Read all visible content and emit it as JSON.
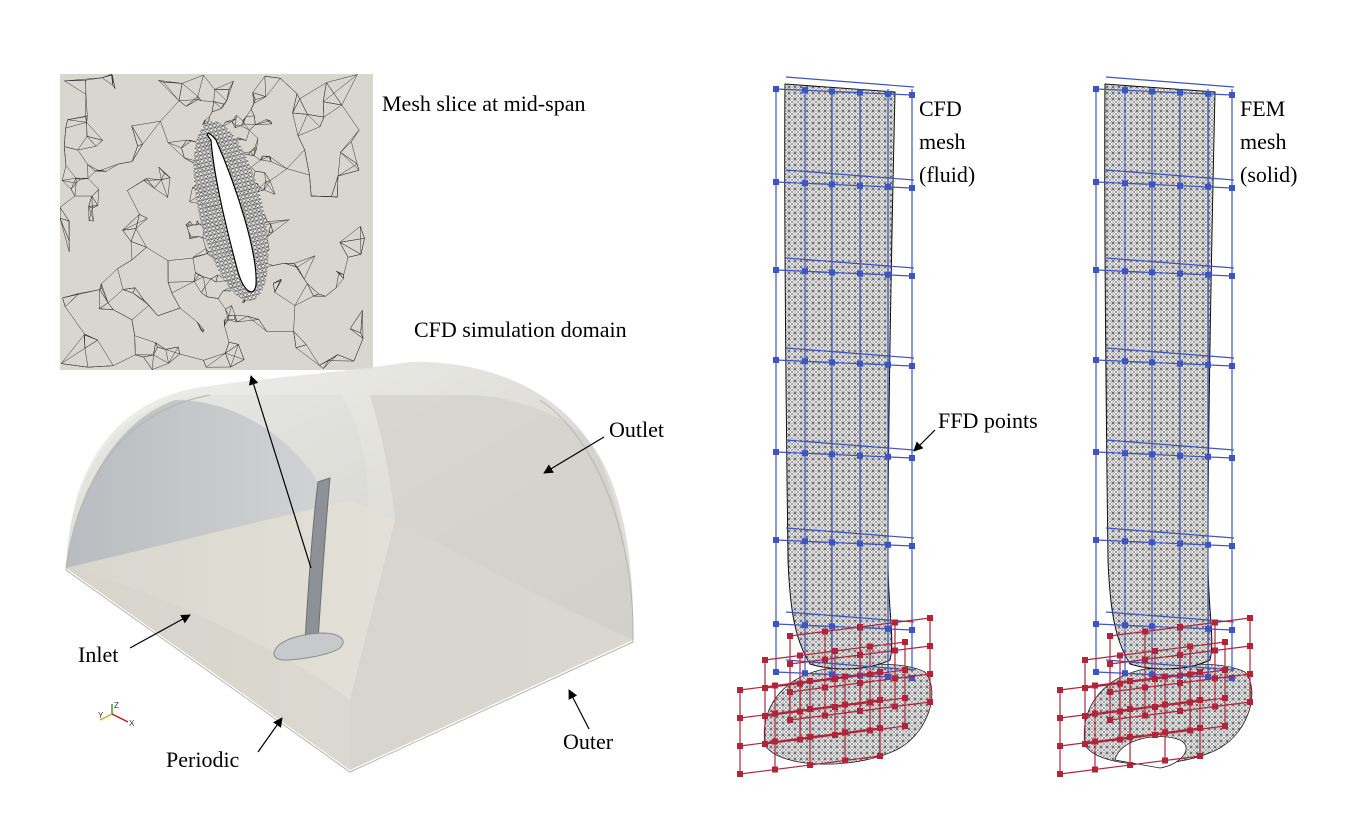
{
  "labels": {
    "mesh_slice": "Mesh slice at mid-span",
    "cfd_domain": "CFD simulation domain",
    "outlet": "Outlet",
    "inlet": "Inlet",
    "periodic": "Periodic",
    "outer": "Outer",
    "ffd_points": "FFD points",
    "cfd_mesh_line1": "CFD",
    "cfd_mesh_line2": "mesh",
    "cfd_mesh_line3": "(fluid)",
    "fem_mesh_line1": "FEM",
    "fem_mesh_line2": "mesh",
    "fem_mesh_line3": "(solid)"
  },
  "axes_triad": {
    "z": "Z",
    "y": "Y",
    "x": "X"
  },
  "colors": {
    "ffd_blue": "#3d55c4",
    "ffd_red": "#b3243a",
    "mesh_gray": "#8a8a8a",
    "domain_fill": "#d9d8d2",
    "slice_bg": "#d8d6cf"
  }
}
